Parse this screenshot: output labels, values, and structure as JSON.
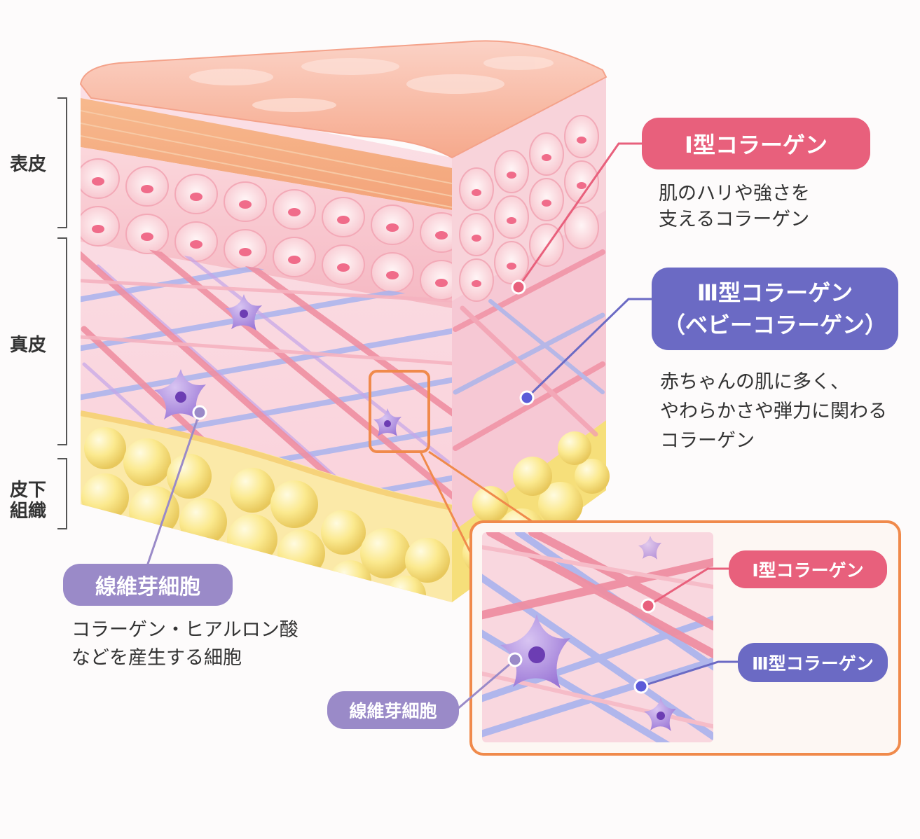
{
  "layers": {
    "epidermis": "表皮",
    "dermis": "真皮",
    "subcutis_line1": "皮下",
    "subcutis_line2": "組織"
  },
  "callouts": {
    "type1": {
      "label": "Ⅰ型コラーゲン",
      "desc": [
        "肌のハリや強さを",
        "支えるコラーゲン"
      ],
      "color": "#e8607c"
    },
    "type3": {
      "label_line1": "Ⅲ型コラーゲン",
      "label_line2": "（ベビーコラーゲン）",
      "desc": [
        "赤ちゃんの肌に多く、",
        "やわらかさや弾力に関わる",
        "コラーゲン"
      ],
      "color": "#6b6ac4"
    },
    "fibroblast": {
      "label": "線維芽細胞",
      "desc": [
        "コラーゲン・ヒアルロン酸",
        "などを産生する細胞"
      ],
      "color": "#9a8ac8"
    }
  },
  "inset": {
    "type1_label": "Ⅰ型コラーゲン",
    "type3_label": "Ⅲ型コラーゲン",
    "fibroblast_label": "線維芽細胞",
    "frame_color": "#f08a4b"
  }
}
